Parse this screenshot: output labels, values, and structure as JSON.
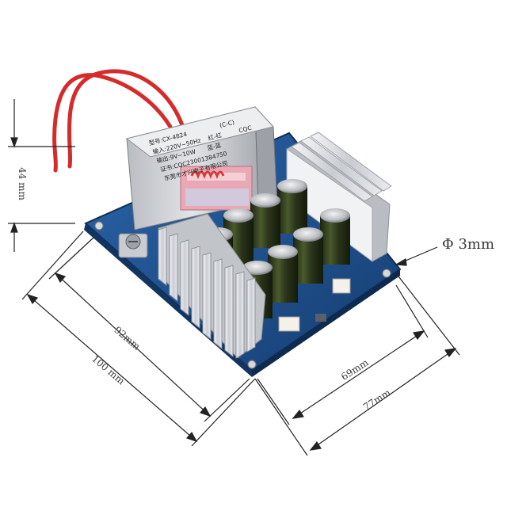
{
  "dimensions": {
    "height": "44 mm",
    "length_inner": "92mm",
    "length_outer": "100 mm",
    "width_inner": "69mm",
    "width_outer": "77mm",
    "hole": "Φ 3mm"
  },
  "transformer_label": {
    "model": "型号:CX-4824",
    "brand": "(C-C)",
    "input": "输入:220V~50Hz",
    "input_wire": "红-红",
    "output": "输出:9V~10W",
    "output_wire": "蓝-蓝",
    "cert_mark": "CQC",
    "cert": "证书:CQC23001384750",
    "maker": "东莞市才兴电子有限公司"
  },
  "colors": {
    "pcb": "#1d4f8c",
    "heatsink": "#d8dbe0",
    "capacitor": "#2f3b1f",
    "wire": "#d42b2b",
    "dimension_line": "#222222"
  }
}
